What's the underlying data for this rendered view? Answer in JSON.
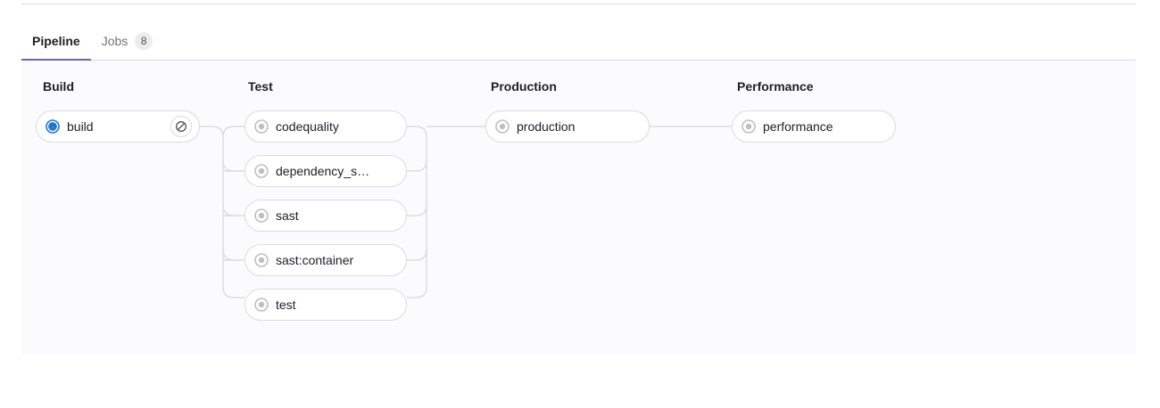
{
  "tabs": [
    {
      "id": "pipeline",
      "label": "Pipeline",
      "active": true,
      "badge": null
    },
    {
      "id": "jobs",
      "label": "Jobs",
      "active": false,
      "badge": "8"
    }
  ],
  "graph": {
    "stages": [
      {
        "id": "build",
        "title": "Build",
        "jobs": [
          {
            "id": "build",
            "label": "build",
            "status": "running",
            "status_icon": "status-running-icon",
            "action": {
              "name": "cancel-job-button",
              "icon": "cancel-icon"
            }
          }
        ]
      },
      {
        "id": "test",
        "title": "Test",
        "jobs": [
          {
            "id": "codequality",
            "label": "codequality",
            "status": "created",
            "status_icon": "status-created-icon",
            "action": null
          },
          {
            "id": "dependency_scanning",
            "label": "dependency_s…",
            "status": "created",
            "status_icon": "status-created-icon",
            "action": null
          },
          {
            "id": "sast",
            "label": "sast",
            "status": "created",
            "status_icon": "status-created-icon",
            "action": null
          },
          {
            "id": "sast_container",
            "label": "sast:container",
            "status": "created",
            "status_icon": "status-created-icon",
            "action": null
          },
          {
            "id": "test",
            "label": "test",
            "status": "created",
            "status_icon": "status-created-icon",
            "action": null
          }
        ]
      },
      {
        "id": "production",
        "title": "Production",
        "jobs": [
          {
            "id": "production",
            "label": "production",
            "status": "created",
            "status_icon": "status-created-icon",
            "action": null
          }
        ]
      },
      {
        "id": "performance",
        "title": "Performance",
        "jobs": [
          {
            "id": "performance",
            "label": "performance",
            "status": "created",
            "status_icon": "status-created-icon",
            "action": null
          }
        ]
      }
    ]
  },
  "colors": {
    "accent": "#6666c4",
    "running": "#1f75cb",
    "created": "#bfbfc3",
    "panel_bg": "#fbfafd",
    "border": "#dcdcde",
    "text": "#1f1e24",
    "muted_text": "#737278",
    "connector": "#dcdcde"
  }
}
